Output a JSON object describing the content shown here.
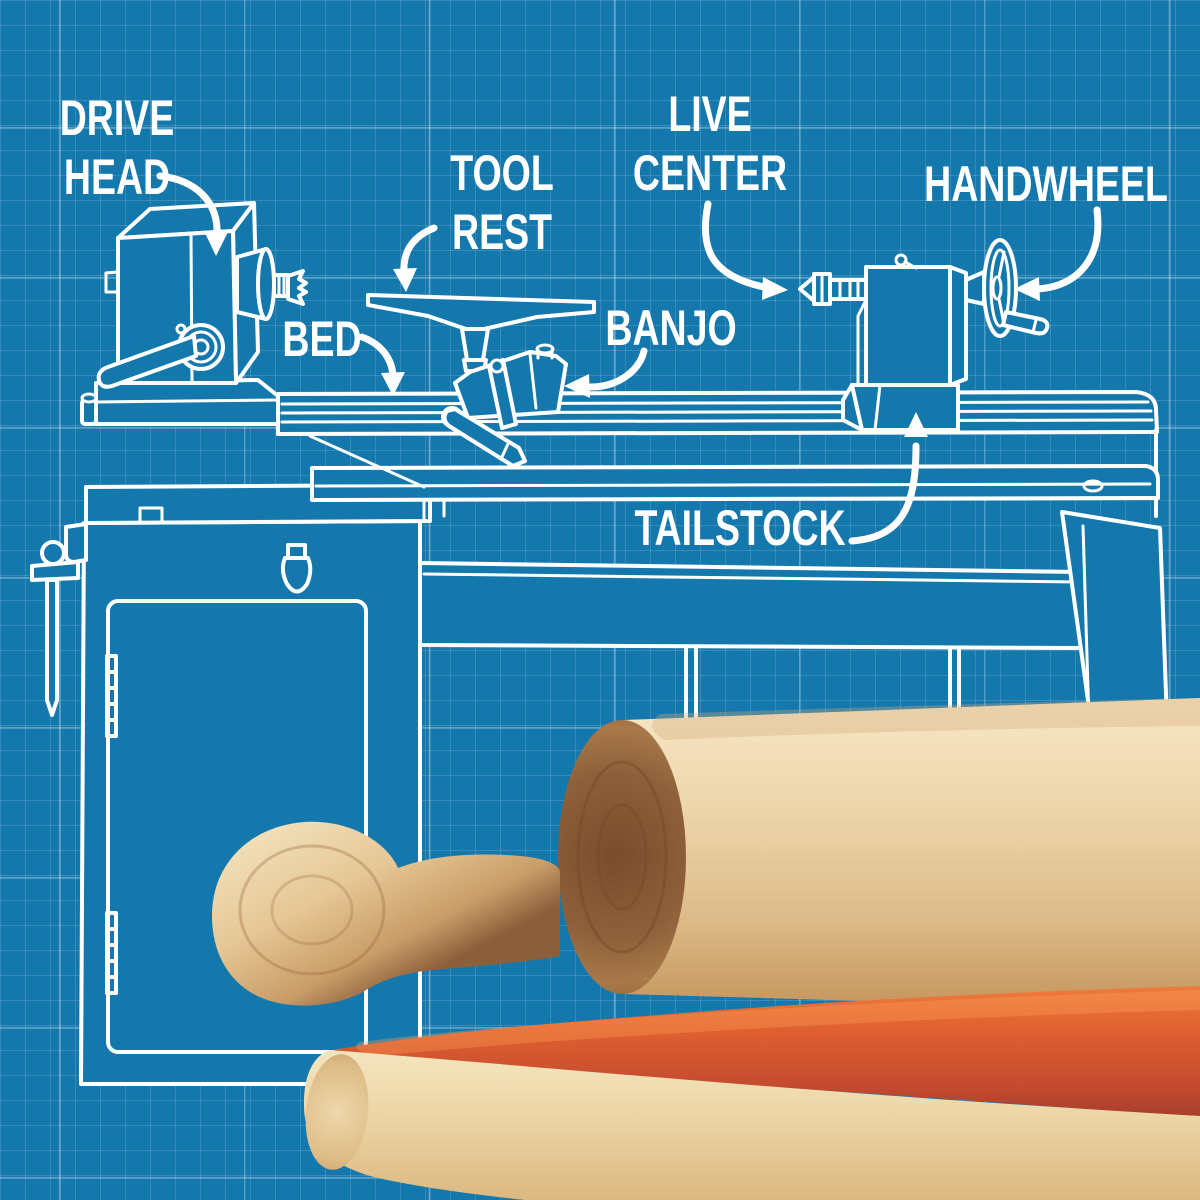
{
  "title": "Parts of a wood lathe — blueprint diagram",
  "background": {
    "base_color": "#1578ad",
    "grid_minor_color": "rgba(255,255,255,0.14)",
    "grid_major_color": "rgba(255,255,255,0.32)",
    "line_art_color": "#ffffff"
  },
  "labels": {
    "drive_head": [
      "DRIVE",
      "HEAD"
    ],
    "tool_rest": [
      "TOOL",
      "REST"
    ],
    "live_center": [
      "LIVE",
      "CENTER"
    ],
    "handwheel": [
      "HANDWHEEL"
    ],
    "bed": [
      "BED"
    ],
    "banjo": [
      "BANJO"
    ],
    "tailstock": [
      "TAILSTOCK"
    ]
  },
  "illustration": {
    "subject": "wood lathe on cabinet stand, white blueprint line drawing",
    "callout_arrow_color": "#ffffff"
  },
  "rolling_pins": {
    "knob_handle_pin_color": "#e6c795",
    "barrel_pin_color": "#edd5aa",
    "barrel_end_grain_color": "#8a5c38",
    "padauk_pin_color": "#d85c35",
    "front_pin_color": "#ecd4a4"
  }
}
